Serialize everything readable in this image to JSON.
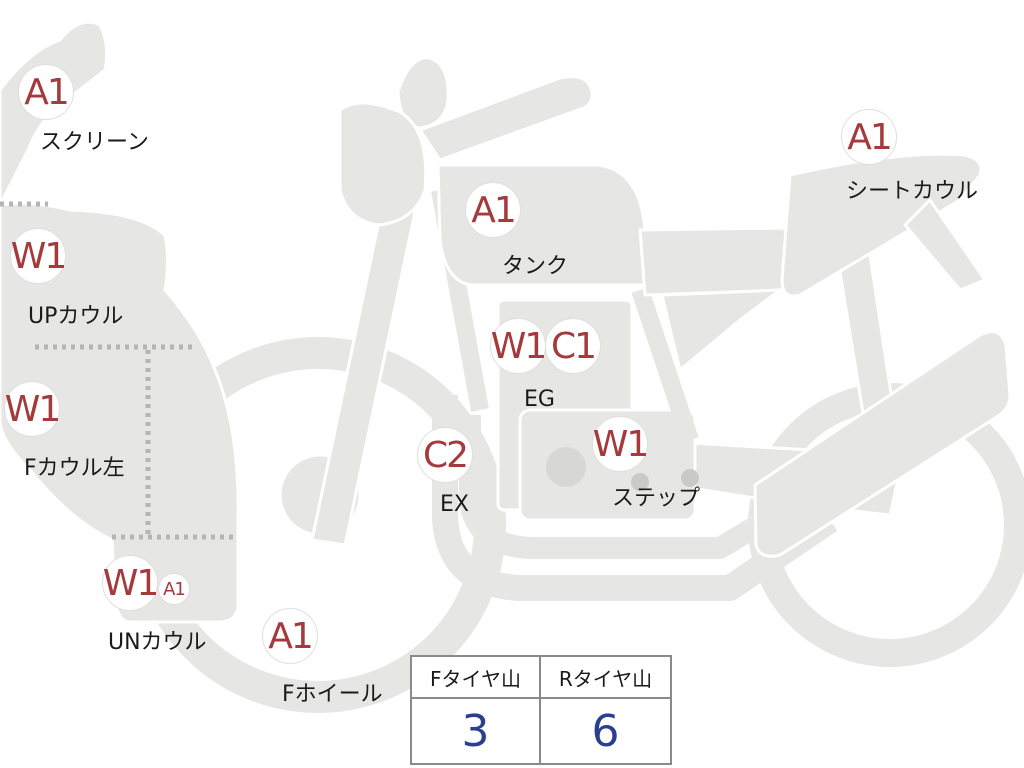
{
  "parts": [
    {
      "id": "screen",
      "badges": [
        "A1"
      ],
      "label": "スクリーン"
    },
    {
      "id": "up-cowl",
      "badges": [
        "W1"
      ],
      "label": "UPカウル"
    },
    {
      "id": "f-cowl-left",
      "badges": [
        "W1"
      ],
      "label": "Fカウル左"
    },
    {
      "id": "un-cowl",
      "badges": [
        "W1",
        "A1"
      ],
      "label": "UNカウル"
    },
    {
      "id": "f-wheel",
      "badges": [
        "A1"
      ],
      "label": "Fホイール"
    },
    {
      "id": "tank",
      "badges": [
        "A1"
      ],
      "label": "タンク"
    },
    {
      "id": "engine",
      "badges": [
        "W1",
        "C1"
      ],
      "label": "EG"
    },
    {
      "id": "exhaust",
      "badges": [
        "C2"
      ],
      "label": "EX"
    },
    {
      "id": "step",
      "badges": [
        "W1"
      ],
      "label": "ステップ"
    },
    {
      "id": "seat-cowl",
      "badges": [
        "A1"
      ],
      "label": "シートカウル"
    }
  ],
  "tire_table": {
    "front_header": "Fタイヤ山",
    "rear_header": "Rタイヤ山",
    "front_value": "3",
    "rear_value": "6"
  },
  "colors": {
    "part_fill": "#e6e6e4",
    "seam": "#b5b5b5",
    "badge_text": "#a43a3c",
    "value_text": "#2a3f8f"
  }
}
